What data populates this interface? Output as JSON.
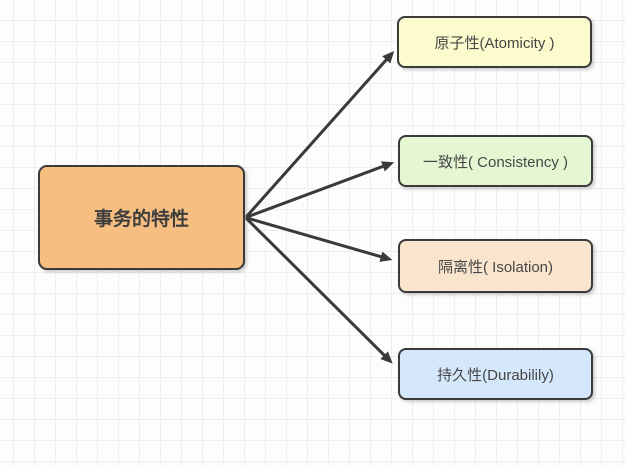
{
  "diagram": {
    "title_node": {
      "label": "事务的特性",
      "fill": "#F6BF81"
    },
    "nodes": [
      {
        "label": "原子性(Atomicity )",
        "fill": "#FBFBCD"
      },
      {
        "label": "一致性( Consistency )",
        "fill": "#E4F7D2"
      },
      {
        "label": "隔离性( Isolation)",
        "fill": "#F9E4CD"
      },
      {
        "label": "持久性(Durabilily)",
        "fill": "#D5E8FB"
      }
    ],
    "colors": {
      "border": "#3A3A3A",
      "arrow": "#3A3A3A",
      "grid": "#EFEDED",
      "background": "#FDFDFD"
    }
  }
}
